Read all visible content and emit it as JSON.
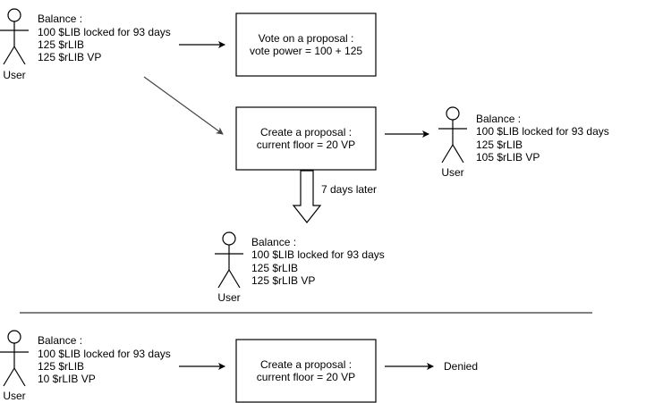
{
  "colors": {
    "stroke": "#000000",
    "diagonal_arrow": "#444444",
    "background": "#ffffff",
    "text": "#000000"
  },
  "actors": [
    {
      "id": "top-left",
      "caption": "User",
      "balance_title": "Balance :",
      "balance_lines": [
        "100 $LIB locked for 93 days",
        "125 $rLIB",
        "125 $rLIB VP"
      ]
    },
    {
      "id": "right",
      "caption": "User",
      "balance_title": "Balance :",
      "balance_lines": [
        "100 $LIB locked for 93 days",
        "125 $rLIB",
        "105 $rLIB VP"
      ]
    },
    {
      "id": "middle",
      "caption": "User",
      "balance_title": "Balance :",
      "balance_lines": [
        "100 $LIB locked for 93 days",
        "125 $rLIB",
        "125 $rLIB VP"
      ]
    },
    {
      "id": "bottom-left",
      "caption": "User",
      "balance_title": "Balance :",
      "balance_lines": [
        "100 $LIB locked for 93 days",
        "125 $rLIB",
        "10 $rLIB VP"
      ]
    }
  ],
  "boxes": [
    {
      "id": "vote",
      "lines": [
        "Vote on a proposal :",
        "vote power = 100 + 125"
      ]
    },
    {
      "id": "create-top",
      "lines": [
        "Create a proposal :",
        "current floor = 20 VP"
      ]
    },
    {
      "id": "create-bottom",
      "lines": [
        "Create a proposal :",
        "current floor = 20 VP"
      ]
    }
  ],
  "labels": {
    "time_passage": "7 days later",
    "denied": "Denied"
  }
}
